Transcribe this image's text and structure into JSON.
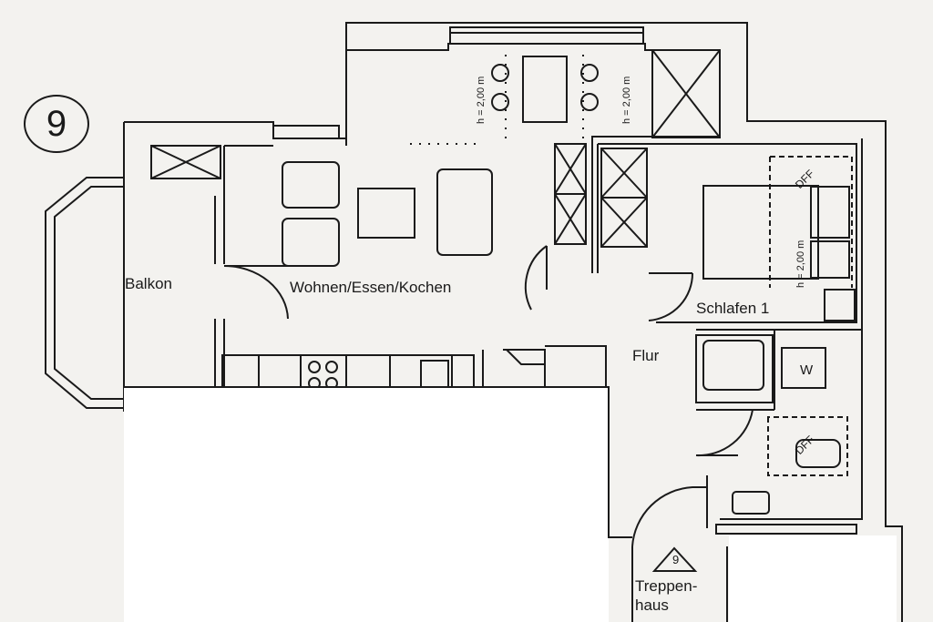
{
  "floorplan": {
    "unit_number": "9",
    "rooms": {
      "balkon": "Balkon",
      "wohnen": "Wohnen/Essen/Kochen",
      "flur": "Flur",
      "schlafen": "Schlafen 1"
    },
    "labels": {
      "w": "W",
      "dff_1": "DFF",
      "dff_2": "DFF",
      "height_1": "h = 2,00 m",
      "height_2": "h = 2,00 m",
      "height_3": "h = 2,00 m"
    },
    "stair": {
      "number": "9",
      "line1": "Treppen-",
      "line2": "haus"
    }
  }
}
